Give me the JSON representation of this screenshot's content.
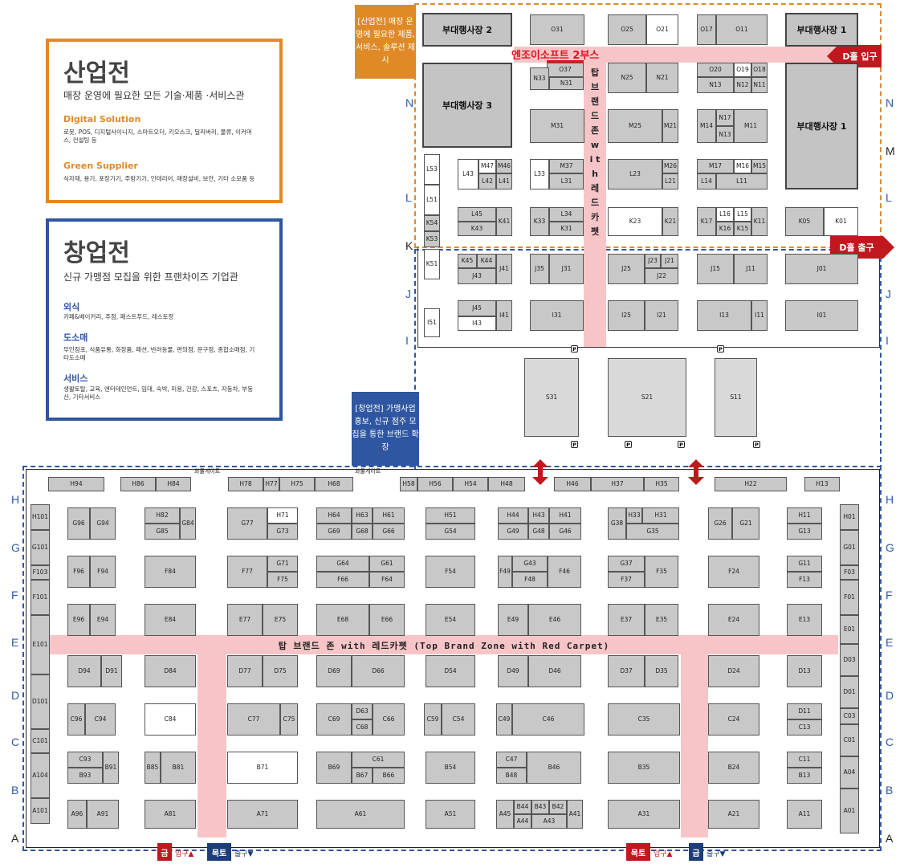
{
  "legend_industry": {
    "title": "산업전",
    "subtitle": "매장 운영에 필요한 모든 기술·제품 ·서비스관",
    "cat1": "Digital Solution",
    "cat1_desc": "로봇, POS, 디지털사이니지, 스마트오더, 키오스크, 딜리버리, 물류, 이커머스, 컨설팅 등",
    "cat2": "Green Supplier",
    "cat2_desc": "식자재, 용기, 포장기기, 주방기기, 인테리어, 매장설비, 보안, 기타 소모품 등",
    "color": "#e08a27"
  },
  "legend_startup": {
    "title": "창업전",
    "subtitle": "신규 가맹점 모집을 위한 프랜차이즈 기업관",
    "cat1": "외식",
    "cat1_desc": "카페&베이커리, 주점, 패스트푸드, 레스토랑",
    "cat2": "도소매",
    "cat2_desc": "무인점포, 식품유통, 화장품, 패션, 반려동물, 편의점, 문구점, 종합소매점, 기타도소매",
    "cat3": "서비스",
    "cat3_desc": "생활토탈, 교육, 엔터테인먼트, 임대, 숙박, 미용, 건강, 스포츠, 자동차, 부동산, 기타서비스",
    "color": "#2f56a0"
  },
  "note_industry": "[산업전] 매장 운영에 필요한 제품, 서비스, 솔루션 제시",
  "note_startup": "[창업전] 가맹사업 홍보, 신규 점주 모집을 통한 브랜드 확장",
  "highlight": "엔조이소프트 2부스",
  "entrance_d": "D홀 입구",
  "exit_d": "D홀 출구",
  "carpet_vertical": "탑 브 랜 드 존 w i t h 레 드 카 펫",
  "carpet_horizontal": "탑 브랜드 존 with 레드카펫 (Top Brand Zone with Red Carpet)",
  "gate_label": "화물게이트",
  "bottom_left": {
    "a": "금",
    "a_text": "입구▲",
    "b": "목토",
    "b_text": "출구▼"
  },
  "bottom_right": {
    "a": "목토",
    "a_text": "입구▲",
    "b": "금",
    "b_text": "출구▼"
  },
  "event_halls": [
    "부대행사장 2",
    "부대행사장 1",
    "부대행사장 3",
    "부대행사장 1"
  ],
  "rows_top_left": [
    "N",
    "L",
    "K",
    "J",
    "I"
  ],
  "rows_top_right": [
    "N",
    "M",
    "L",
    "J",
    "I"
  ],
  "rows_bottom": [
    "H",
    "G",
    "F",
    "E",
    "D",
    "C",
    "B",
    "A"
  ],
  "booths": [
    "O31",
    "O25",
    "O21",
    "O17",
    "O11",
    "O37",
    "N33",
    "N31",
    "N25",
    "N21",
    "O20",
    "O19",
    "O18",
    "N13",
    "N12",
    "N11",
    "M31",
    "M25",
    "M21",
    "N17",
    "N13",
    "M14",
    "M11",
    "L53",
    "L43",
    "M47",
    "M46",
    "L42",
    "L41",
    "L33",
    "M37",
    "L31",
    "L23",
    "M26",
    "L21",
    "M17",
    "M16",
    "M15",
    "L14",
    "L11",
    "L51",
    "L45",
    "K41",
    "K43",
    "K33",
    "L34",
    "K31",
    "K23",
    "K21",
    "K17",
    "L16",
    "L15",
    "K16",
    "K15",
    "K11",
    "K05",
    "K01",
    "K54",
    "K53",
    "K51",
    "K45",
    "K44",
    "J43",
    "J41",
    "J35",
    "J31",
    "J25",
    "J23",
    "J21",
    "J22",
    "J15",
    "J11",
    "J01",
    "J45",
    "I41",
    "I43",
    "I51",
    "I31",
    "I25",
    "I21",
    "I13",
    "I11",
    "I01",
    "S31",
    "S21",
    "S11",
    "H94",
    "H86",
    "H84",
    "H78",
    "H77",
    "H75",
    "H68",
    "H58",
    "H56",
    "H54",
    "H48",
    "H46",
    "H37",
    "H35",
    "H22",
    "H13",
    "H101",
    "G96",
    "G94",
    "H82",
    "G85",
    "G84",
    "G77",
    "H71",
    "G73",
    "H64",
    "H63",
    "H61",
    "G69",
    "G68",
    "G66",
    "H51",
    "G54",
    "H44",
    "H43",
    "H41",
    "G49",
    "G48",
    "G46",
    "H33",
    "H31",
    "G38",
    "G35",
    "G26",
    "G21",
    "H11",
    "G13",
    "H01",
    "G101",
    "G01",
    "F103",
    "F96",
    "F94",
    "F84",
    "F77",
    "G71",
    "F75",
    "G64",
    "G61",
    "F66",
    "F64",
    "F54",
    "F49",
    "G43",
    "F48",
    "F46",
    "G37",
    "F37",
    "F35",
    "F24",
    "G11",
    "F13",
    "F03",
    "F101",
    "F01",
    "E96",
    "E94",
    "E84",
    "E77",
    "E75",
    "E68",
    "E66",
    "E54",
    "E49",
    "E46",
    "E37",
    "E35",
    "E24",
    "E13",
    "E01",
    "E101",
    "D94",
    "D91",
    "D84",
    "D77",
    "D75",
    "D69",
    "D66",
    "D54",
    "D49",
    "D46",
    "D37",
    "D35",
    "D24",
    "D13",
    "D03",
    "D01",
    "D101",
    "C96",
    "C94",
    "C84",
    "C77",
    "C75",
    "C69",
    "D63",
    "C68",
    "C66",
    "C59",
    "C54",
    "C49",
    "C46",
    "C35",
    "C24",
    "D11",
    "C13",
    "C03",
    "C101",
    "C01",
    "C93",
    "B93",
    "B91",
    "B85",
    "B81",
    "B71",
    "B69",
    "C61",
    "B67",
    "B66",
    "B54",
    "C47",
    "B48",
    "B46",
    "B35",
    "B24",
    "C11",
    "B13",
    "A104",
    "A04",
    "A101",
    "A96",
    "A91",
    "A81",
    "A71",
    "A61",
    "A51",
    "B44",
    "B43",
    "B42",
    "A45",
    "A44",
    "A43",
    "A41",
    "A31",
    "A21",
    "A11",
    "A01"
  ]
}
